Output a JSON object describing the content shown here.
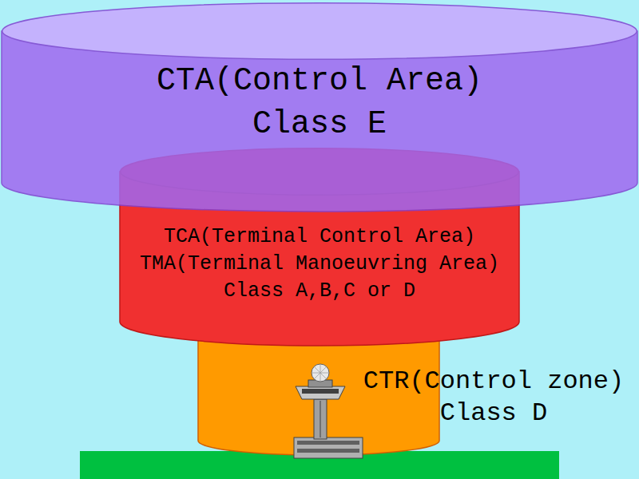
{
  "diagram": {
    "nodes": [
      {
        "text": [
          "CTA(Control Area)",
          "Class E"
        ]
      },
      {
        "text": [
          "TCA(Terminal Control Area)",
          "TMA(Terminal Manoeuvring Area)",
          "Class A,B,C or D"
        ]
      },
      {
        "text": [
          "CTR(Control zone)",
          "Class D"
        ]
      }
    ]
  }
}
